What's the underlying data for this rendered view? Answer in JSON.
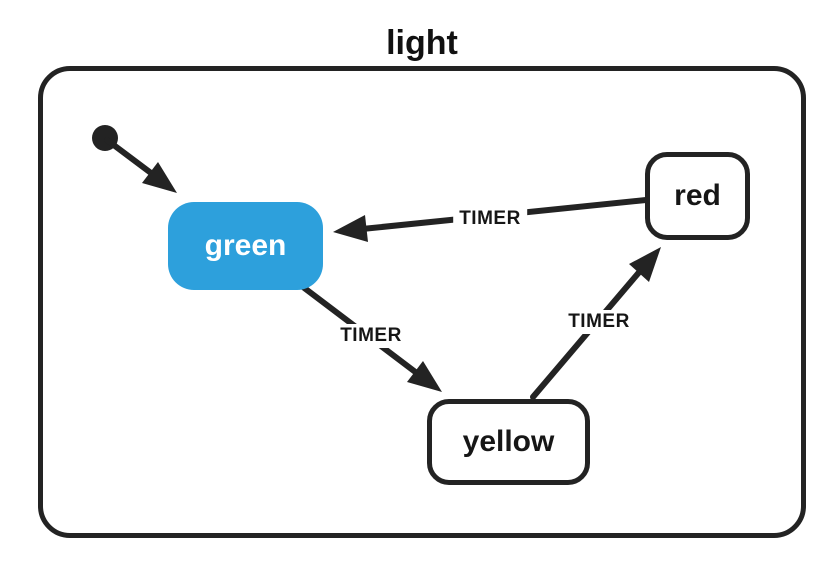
{
  "diagram": {
    "title": "light",
    "initial_state": "green",
    "states": [
      {
        "id": "green",
        "label": "green",
        "active": true
      },
      {
        "id": "yellow",
        "label": "yellow",
        "active": false
      },
      {
        "id": "red",
        "label": "red",
        "active": false
      }
    ],
    "transitions": [
      {
        "from": "green",
        "to": "yellow",
        "event": "TIMER"
      },
      {
        "from": "yellow",
        "to": "red",
        "event": "TIMER"
      },
      {
        "from": "red",
        "to": "green",
        "event": "TIMER"
      }
    ],
    "colors": {
      "active_state_fill": "#2DA0DC",
      "active_state_text": "#FFFFFF",
      "inactive_state_fill": "#FFFFFF",
      "line": "#232323",
      "text": "#161616",
      "background": "#FFFFFF"
    }
  }
}
